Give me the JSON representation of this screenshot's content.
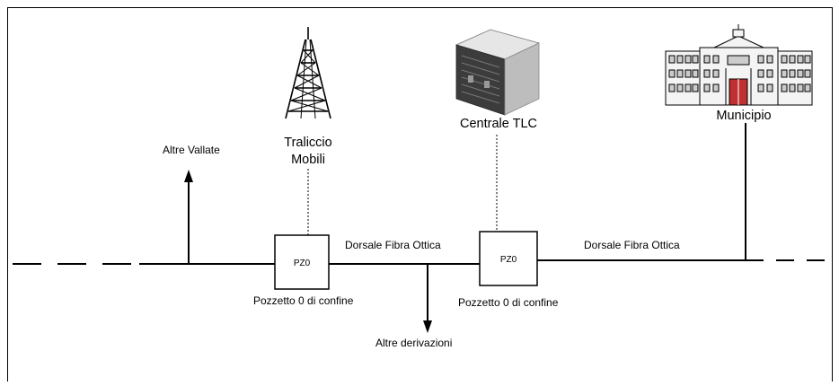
{
  "labels": {
    "altre_vallate": "Altre Vallate",
    "traliccio_line1": "Traliccio",
    "traliccio_line2": "Mobili",
    "centrale": "Centrale TLC",
    "municipio": "Municipio",
    "pz0_left": "PZ0",
    "pz0_right": "PZ0",
    "dorsale_1": "Dorsale Fibra Ottica",
    "dorsale_2": "Dorsale Fibra Ottica",
    "pozzetto_left": "Pozzetto 0 di confine",
    "pozzetto_right": "Pozzetto 0 di confine",
    "altre_derivazioni": "Altre derivazioni"
  },
  "icons": {
    "tower": "radio-tower-icon",
    "server": "server-tower-icon",
    "building": "municipal-building-icon"
  },
  "colors": {
    "line": "#000000",
    "server_light": "#e6e6e6",
    "server_mid": "#bdbdbd",
    "server_dark": "#3c3c3c",
    "building_fill": "#f4f4f4",
    "door": "#c03030"
  }
}
